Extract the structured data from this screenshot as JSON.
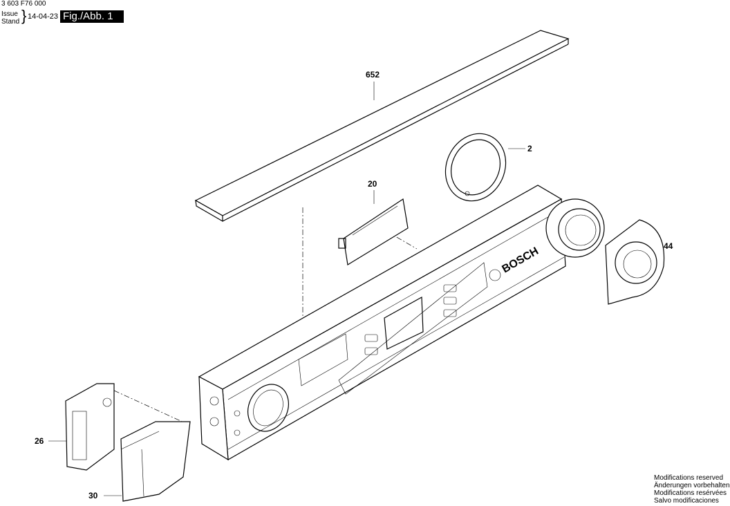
{
  "header": {
    "document_number": "3 603 F76 000",
    "issue_label": "Issue",
    "stand_label": "Stand",
    "date": "14-04-23",
    "figure_label": "Fig./Abb. 1"
  },
  "parts": [
    {
      "number": "652"
    },
    {
      "number": "2"
    },
    {
      "number": "20"
    },
    {
      "number": "44"
    },
    {
      "number": "26"
    },
    {
      "number": "30"
    }
  ],
  "device": {
    "brand_logo": "BOSCH"
  },
  "footer": {
    "notices": [
      "Modifications reserved",
      "Änderungen vorbehalten",
      "Modifications resérvées",
      "Salvo modificaciones"
    ]
  }
}
